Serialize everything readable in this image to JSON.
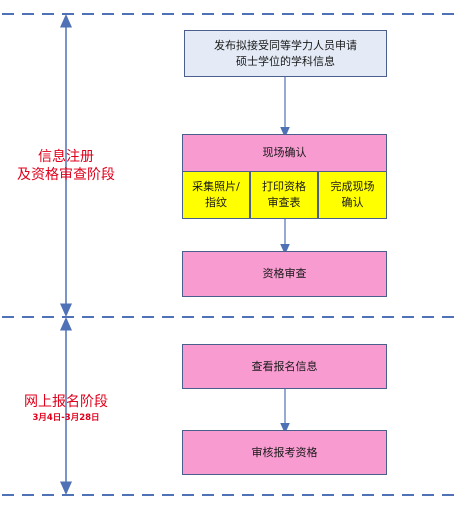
{
  "stages": [
    {
      "line1": "信息注册",
      "line2": "及资格审查阶段"
    },
    {
      "line1": "网上报名阶段",
      "date": "3月4日-3月28日"
    }
  ],
  "boxes": {
    "publish": {
      "line1": "发布拟接受同等学力人员申请",
      "line2": "硕士学位的学科信息"
    },
    "confirm": "现场确认",
    "photo": {
      "line1": "采集照片/",
      "line2": "指纹"
    },
    "print": {
      "line1": "打印资格",
      "line2": "审查表"
    },
    "finish": {
      "line1": "完成现场",
      "line2": "确认"
    },
    "review": "资格审查",
    "view": "查看报名信息",
    "audit": "审核报考资格"
  },
  "colors": {
    "divider": "#4f72b6",
    "arrow": "#4f72b6",
    "stage_text": "#e0001b",
    "top_box": "#e4ebf6",
    "pink_box": "#f79bd0",
    "yellow_box": "#ffff00"
  }
}
